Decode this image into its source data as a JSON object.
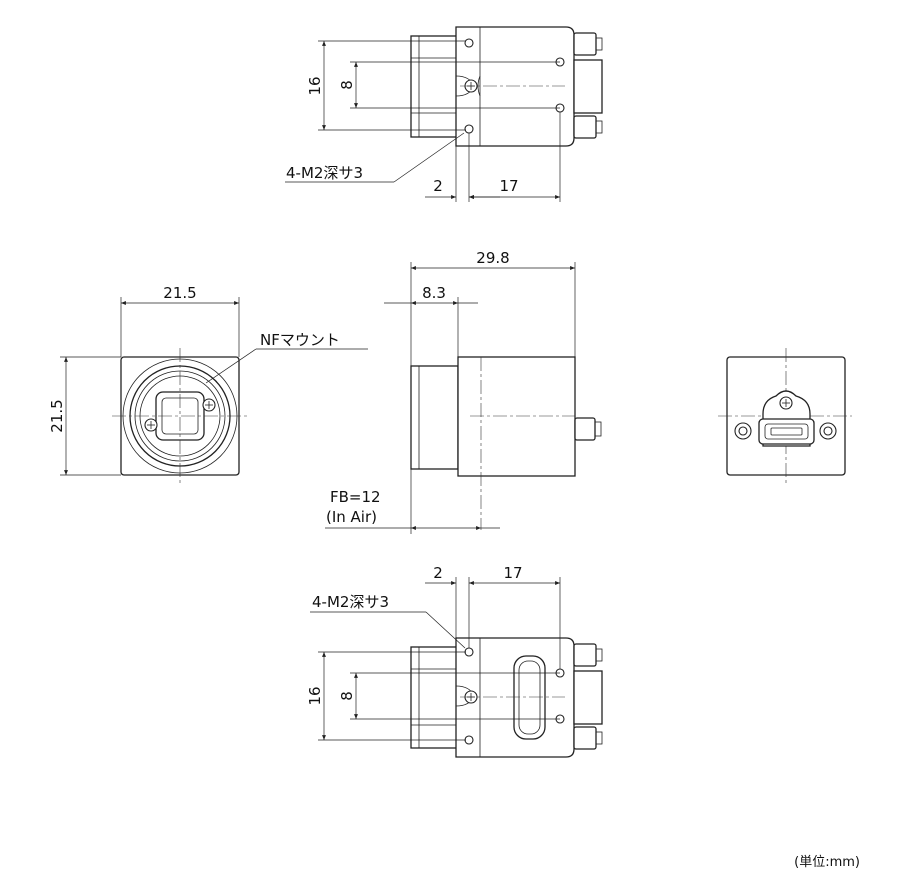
{
  "diagram": {
    "top_view": {
      "dim_height": "16",
      "dim_inner": "8",
      "dim_offset": "2",
      "dim_pitch": "17",
      "callout": "4-M2深サ3"
    },
    "front_view": {
      "dim_width": "21.5",
      "dim_height": "21.5",
      "callout": "NFマウント"
    },
    "side_view": {
      "dim_length": "29.8",
      "dim_lens": "8.3",
      "flange_back_line1": "FB=12",
      "flange_back_line2": "(In Air)"
    },
    "bottom_view": {
      "dim_offset": "2",
      "dim_pitch": "17",
      "callout": "4-M2深サ3",
      "dim_height": "16",
      "dim_inner": "8"
    },
    "units_note": "(単位:mm)"
  }
}
